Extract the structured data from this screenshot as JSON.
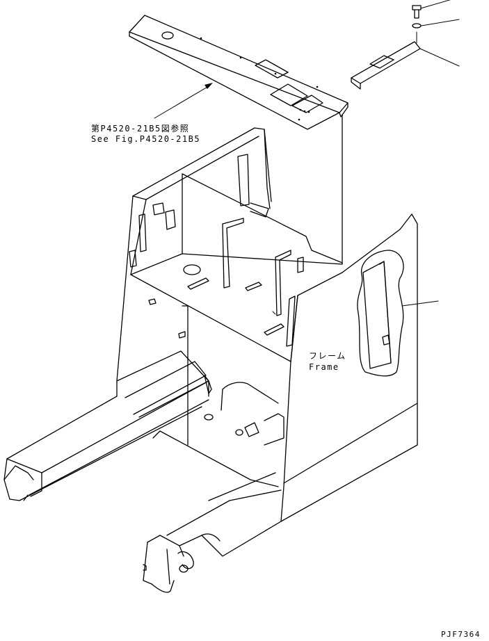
{
  "drawing_id": "PJF7364",
  "labels": {
    "reference_jp": "第P4520-21B5図参照",
    "reference_en": "See Fig.P4520-21B5",
    "frame_jp": "フレーム",
    "frame_en": "Frame"
  }
}
